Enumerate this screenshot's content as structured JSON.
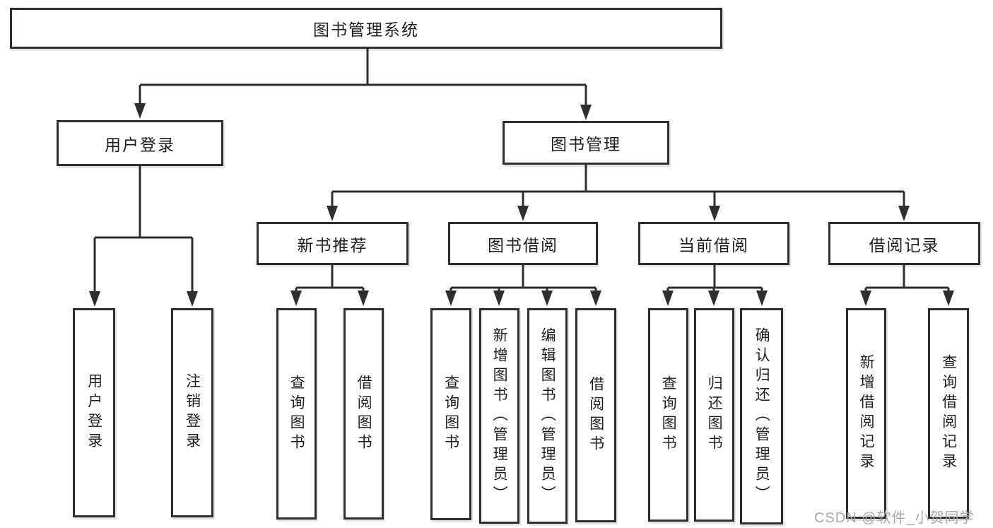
{
  "colors": {
    "line": "#2e2e2e",
    "box_border": "#2e2e2e",
    "box_fill": "#ffffff",
    "text": "#1f1f1f",
    "watermark": "#a8a8a8"
  },
  "tree": {
    "label": "图书管理系统",
    "children": [
      {
        "label": "用户登录",
        "children": [
          {
            "label": "用户登录"
          },
          {
            "label": "注销登录"
          }
        ]
      },
      {
        "label": "图书管理",
        "children": [
          {
            "label": "新书推荐",
            "children": [
              {
                "label": "查询图书"
              },
              {
                "label": "借阅图书"
              }
            ]
          },
          {
            "label": "图书借阅",
            "children": [
              {
                "label": "查询图书"
              },
              {
                "label": "新增图书（管理员）"
              },
              {
                "label": "编辑图书（管理员）"
              },
              {
                "label": "借阅图书"
              }
            ]
          },
          {
            "label": "当前借阅",
            "children": [
              {
                "label": "查询图书"
              },
              {
                "label": "归还图书"
              },
              {
                "label": "确认归还（管理员）"
              }
            ]
          },
          {
            "label": "借阅记录",
            "children": [
              {
                "label": "新增借阅记录"
              },
              {
                "label": "查询借阅记录"
              }
            ]
          }
        ]
      }
    ]
  },
  "watermark": {
    "text": "CSDN @软件_小贺同学"
  }
}
